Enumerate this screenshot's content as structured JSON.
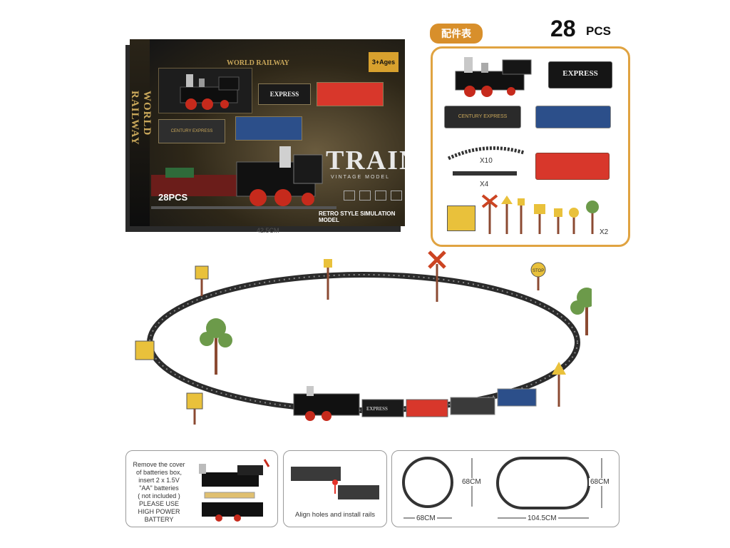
{
  "box": {
    "brand": "WORLD RAILWAY",
    "side_brand": "WORLD RAILWAY",
    "age": "3+Ages",
    "title": "TRAIN",
    "subtitle": "VINTAGE MODEL",
    "tagline": "RETRO STYLE SIMULATION MODEL",
    "pcs": "28PCS",
    "express_label": "EXPRESS",
    "century_label": "CENTURY EXPRESS",
    "width_label": "42.5CM"
  },
  "accessories": {
    "tag": "配件表",
    "count": "28",
    "count_unit": "PCS",
    "express_label": "EXPRESS",
    "century_label": "CENTURY EXPRESS",
    "curved_qty": "X10",
    "straight_qty": "X4",
    "tree_qty": "X2"
  },
  "layout_scene": {
    "stop_sign": "STOP",
    "express_label": "EXPRESS"
  },
  "instructions": {
    "battery_text": [
      "Remove the cover",
      "of batteries box,",
      "insert 2 x 1.5V",
      "\"AA\" batteries",
      "( not included )",
      "PLEASE USE",
      "HIGH POWER",
      "BATTERY"
    ],
    "rail_text": "Align holes and install rails",
    "circle_width": "68CM",
    "circle_height": "68CM",
    "oval_width": "104.5CM",
    "oval_height": "68CM"
  },
  "colors": {
    "accent": "#e0a341",
    "tag_bg": "#d88f2b",
    "red_car": "#d8372b",
    "blue_car": "#2c4f8a",
    "track": "#2b2b2b"
  }
}
